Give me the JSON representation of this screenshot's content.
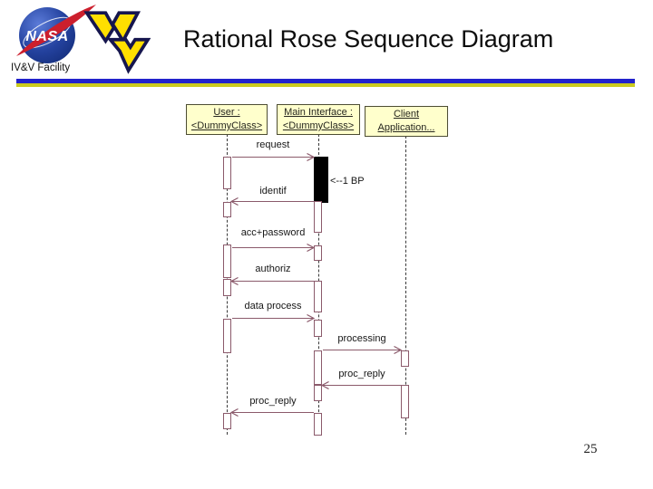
{
  "slide": {
    "title": "Rational Rose Sequence Diagram",
    "page_number": "25"
  },
  "logos": {
    "nasa_text": "NASA",
    "nasa_caption": "IV&V Facility"
  },
  "colors": {
    "separator_blue": "#2222cc",
    "separator_yellow": "#cbcb1d",
    "object_box_fill": "#ffffcc",
    "object_box_border": "#4d4d33",
    "message_rose": "#8b5a6b",
    "activation_fill_black": "#000000",
    "nasa_blue": "#1e3f9f",
    "nasa_red": "#cc1f2d",
    "wv_gold": "#ffdf00"
  },
  "diagram": {
    "type": "uml-sequence-diagram",
    "objects": [
      {
        "name": "User : <DummyClass>",
        "line1": "User :",
        "line2": "<DummyClass>"
      },
      {
        "name": "Main Interface : <DummyClass>",
        "line1": "Main Interface :",
        "line2": "<DummyClass>"
      },
      {
        "name": "Client Application...",
        "line1": "Client",
        "line2": "Application..."
      }
    ],
    "annotation": "<--1 BP",
    "messages": [
      {
        "label": "request",
        "from": "User",
        "to": "Main Interface",
        "direction": "right"
      },
      {
        "label": "identif",
        "from": "Main Interface",
        "to": "User",
        "direction": "left"
      },
      {
        "label": "acc+password",
        "from": "User",
        "to": "Main Interface",
        "direction": "right"
      },
      {
        "label": "authoriz",
        "from": "Main Interface",
        "to": "User",
        "direction": "left"
      },
      {
        "label": "data process",
        "from": "User",
        "to": "Main Interface",
        "direction": "right"
      },
      {
        "label": "processing",
        "from": "Main Interface",
        "to": "Client Application",
        "direction": "right"
      },
      {
        "label": "proc_reply",
        "from": "Client Application",
        "to": "Main Interface",
        "direction": "left"
      },
      {
        "label": "proc_reply",
        "from": "Main Interface",
        "to": "User",
        "direction": "left"
      }
    ]
  }
}
